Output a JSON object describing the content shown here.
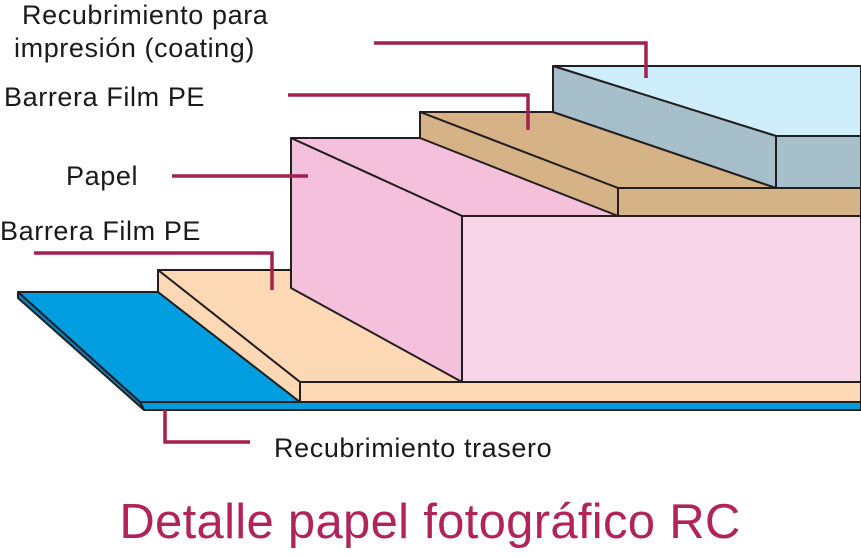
{
  "diagram": {
    "title": "Detalle papel fotográfico RC",
    "labels": {
      "coating_line1": "Recubrimiento para",
      "coating_line2": "impresión (coating)",
      "pe_top": "Barrera Film PE",
      "paper": "Papel",
      "pe_bottom": "Barrera Film PE",
      "back_coating": "Recubrimiento trasero"
    },
    "colors": {
      "back_coating": "#009ee0",
      "pe_bottom": "#fcd9b4",
      "paper": "#f5c0dc",
      "paper_front": "#f7d5e7",
      "pe_top": "#d6b287",
      "coating_top": "#cdeefa",
      "coating_side": "#a7bfcb",
      "leader": "#a3214f",
      "title": "#b0245a"
    }
  }
}
